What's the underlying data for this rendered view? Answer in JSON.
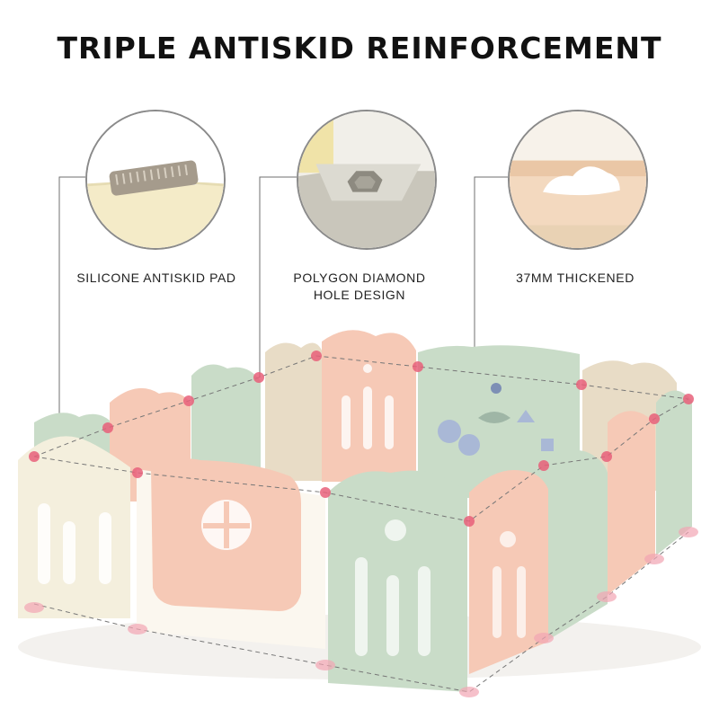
{
  "headline": "TRIPLE ANTISKID REINFORCEMENT",
  "features": [
    {
      "label": "SILICONE ANTISKID PAD",
      "icon": "silicone-pad-closeup"
    },
    {
      "label_lines": [
        "POLYGON DIAMOND",
        "HOLE DESIGN"
      ],
      "icon": "polygon-hole-closeup"
    },
    {
      "label": "37MM THICKENED",
      "icon": "thickened-panel-closeup"
    }
  ],
  "colors": {
    "cream": "#f4efdd",
    "pink": "#f6c9b6",
    "mint": "#c9dcc8",
    "beige": "#e8dcc6",
    "joint_marker": "#e8607a",
    "callout_border": "#8a8a8a"
  }
}
